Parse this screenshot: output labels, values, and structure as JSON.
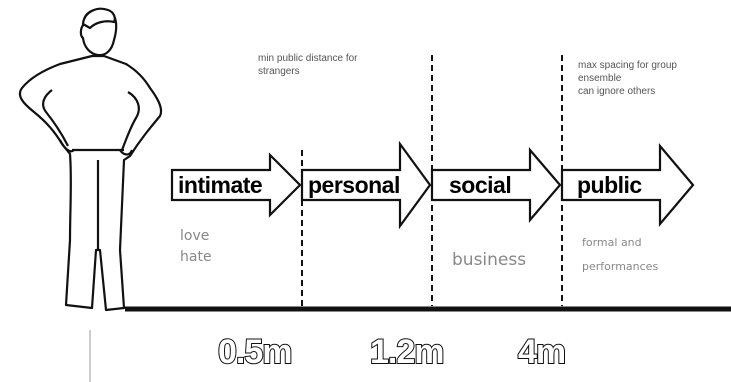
{
  "zones": [
    {
      "key": "intimate",
      "label": "intimate",
      "examples": [
        "love",
        "hate"
      ]
    },
    {
      "key": "personal",
      "label": "personal",
      "note": [
        "min public distance for",
        "strangers"
      ]
    },
    {
      "key": "social",
      "label": "social",
      "examples": [
        "business"
      ]
    },
    {
      "key": "public",
      "label": "public",
      "note": [
        "max spacing for group",
        "ensemble",
        "can ignore others"
      ],
      "examples": [
        "formal and",
        "performances"
      ]
    }
  ],
  "distances": [
    "0.5m",
    "1.2m",
    "4m"
  ],
  "colors": {
    "ink": "#000000",
    "note": "#555555",
    "handwriting": "#888888"
  }
}
